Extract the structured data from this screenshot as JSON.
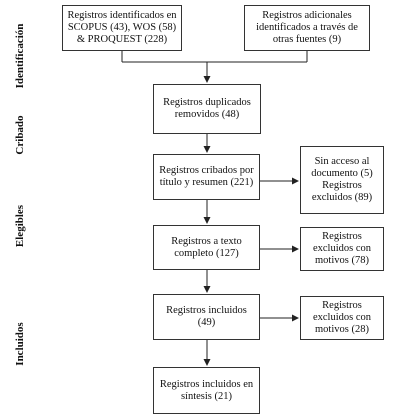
{
  "phases": {
    "identificacion": "Identificación",
    "cribado": "Cribado",
    "elegibles": "Elegibles",
    "incluidos": "Incluidos"
  },
  "boxes": {
    "identified": "Registros identificados en SCOPUS (43), WOS (58) & PROQUEST (228)",
    "additional": "Registros adicionales identificados a través de otras fuentes (9)",
    "duplicates": "Registros duplicados removidos (48)",
    "screened": "Registros cribados por título y resumen (221)",
    "screened_excluded_line1": "Sin acceso al documento (5)",
    "screened_excluded_line2": "Registros excluidos (89)",
    "fulltext": "Registros a texto completo (127)",
    "fulltext_excluded": "Registros excluidos con motivos (78)",
    "included": "Registros incluidos (49)",
    "included_excluded": "Registros excluidos con motivos (28)",
    "synthesis": "Registros incluidos en síntesis (21)"
  }
}
